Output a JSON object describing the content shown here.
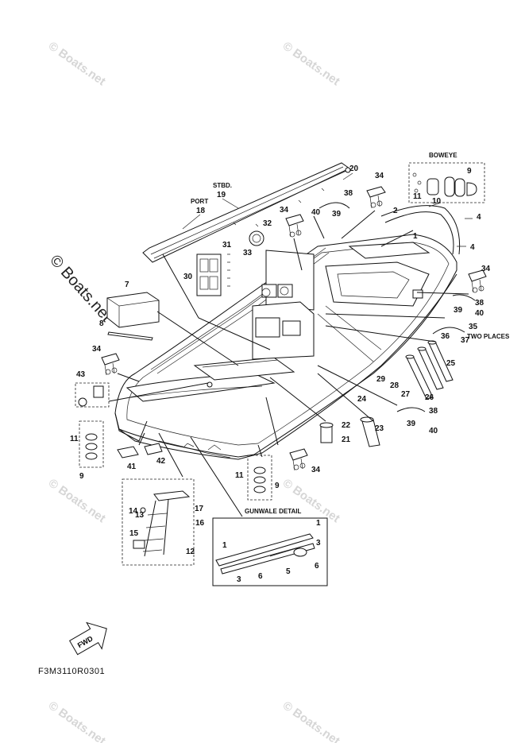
{
  "watermark": {
    "text": "© Boats.net"
  },
  "big_watermark": {
    "text": "© Boats.net"
  },
  "labels": {
    "stbd": "STBD.",
    "port": "PORT",
    "boweye": "BOWEYE",
    "two_places": "TWO PLACES",
    "gunwale_detail": "GUNWALE DETAIL",
    "fwd": "FWD",
    "diagram_code": "F3M3110R0301"
  },
  "callouts": {
    "n1": "1",
    "n2": "2",
    "n3": "3",
    "n4": "4",
    "n5": "5",
    "n6": "6",
    "n7": "7",
    "n8": "8",
    "n9": "9",
    "n10": "10",
    "n11": "11",
    "n12": "12",
    "n13": "13",
    "n14": "14",
    "n15": "15",
    "n16": "16",
    "n17": "17",
    "n18": "18",
    "n19": "19",
    "n20": "20",
    "n21": "21",
    "n22": "22",
    "n23": "23",
    "n24": "24",
    "n25": "25",
    "n26": "26",
    "n27": "27",
    "n28": "28",
    "n29": "29",
    "n30": "30",
    "n31": "31",
    "n32": "32",
    "n33": "33",
    "n34": "34",
    "n35": "35",
    "n36": "36",
    "n37": "37",
    "n38": "38",
    "n39": "39",
    "n40": "40",
    "n41": "41",
    "n42": "42",
    "n43": "43"
  }
}
